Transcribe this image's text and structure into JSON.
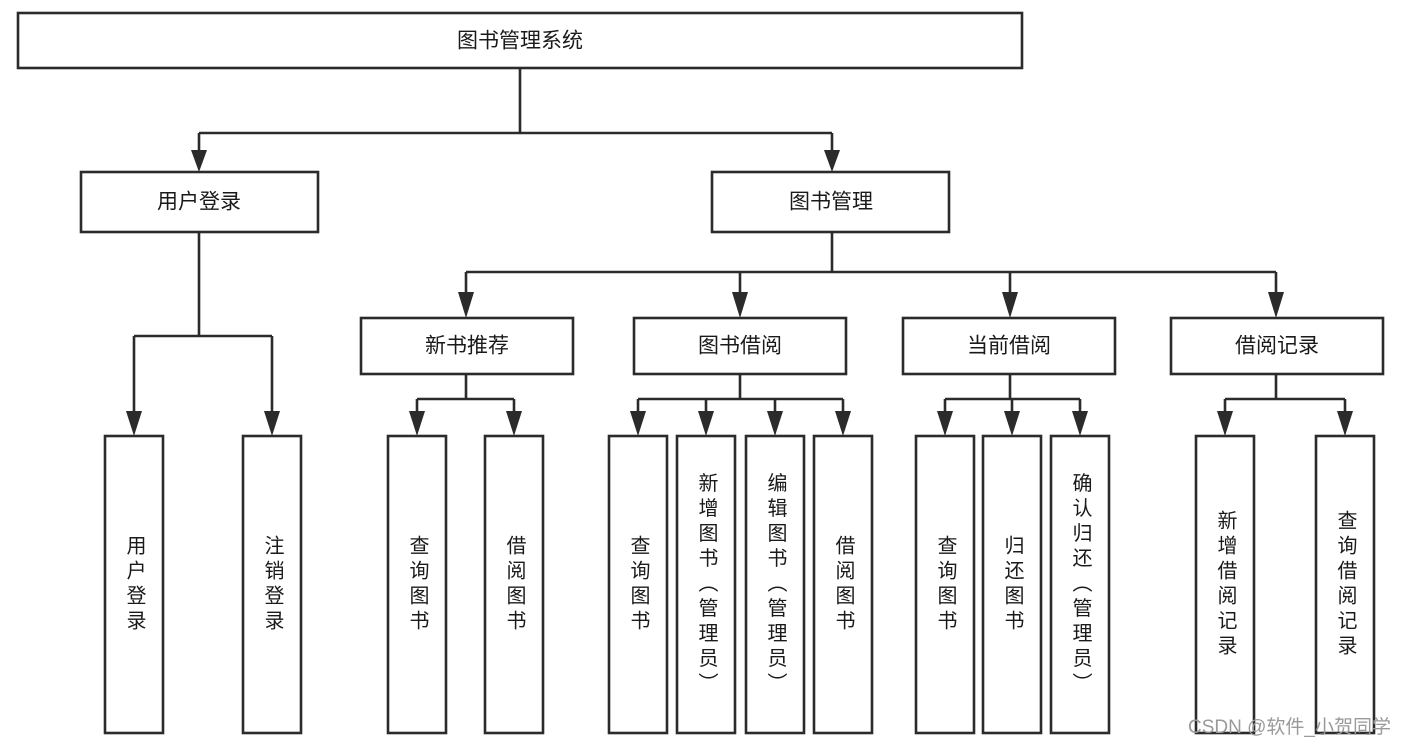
{
  "diagram": {
    "type": "hierarchy-tree",
    "title_node": {
      "id": "root",
      "label": "图书管理系统"
    },
    "level2": [
      {
        "id": "user-login",
        "label": "用户登录"
      },
      {
        "id": "book-management",
        "label": "图书管理"
      }
    ],
    "level3": [
      {
        "id": "new-book-recommend",
        "label": "新书推荐",
        "parent": "book-management"
      },
      {
        "id": "book-borrow",
        "label": "图书借阅",
        "parent": "book-management"
      },
      {
        "id": "current-borrow",
        "label": "当前借阅",
        "parent": "book-management"
      },
      {
        "id": "borrow-record",
        "label": "借阅记录",
        "parent": "book-management"
      }
    ],
    "leaves": {
      "user_login": [
        {
          "id": "leaf-user-login",
          "label": "用户登录"
        },
        {
          "id": "leaf-user-logout",
          "label": "注销登录"
        }
      ],
      "new_book_recommend": [
        {
          "id": "leaf-query-book-1",
          "label": "查询图书"
        },
        {
          "id": "leaf-borrow-book-1",
          "label": "借阅图书"
        }
      ],
      "book_borrow": [
        {
          "id": "leaf-query-book-2",
          "label": "查询图书"
        },
        {
          "id": "leaf-add-book",
          "label": "新增图书（管理员）"
        },
        {
          "id": "leaf-edit-book",
          "label": "编辑图书（管理员）"
        },
        {
          "id": "leaf-borrow-book-2",
          "label": "借阅图书"
        }
      ],
      "current_borrow": [
        {
          "id": "leaf-query-book-3",
          "label": "查询图书"
        },
        {
          "id": "leaf-return-book",
          "label": "归还图书"
        },
        {
          "id": "leaf-confirm-return",
          "label": "确认归还（管理员）"
        }
      ],
      "borrow_record": [
        {
          "id": "leaf-add-record",
          "label": "新增借阅记录"
        },
        {
          "id": "leaf-query-record",
          "label": "查询借阅记录"
        }
      ]
    }
  },
  "watermark": {
    "text": "CSDN @软件_小贺同学"
  },
  "colors": {
    "stroke": "#2b2b2b",
    "box_fill": "#ffffff",
    "text": "#1a1a1a",
    "watermark": "#9a9a9a",
    "background": "#ffffff"
  }
}
